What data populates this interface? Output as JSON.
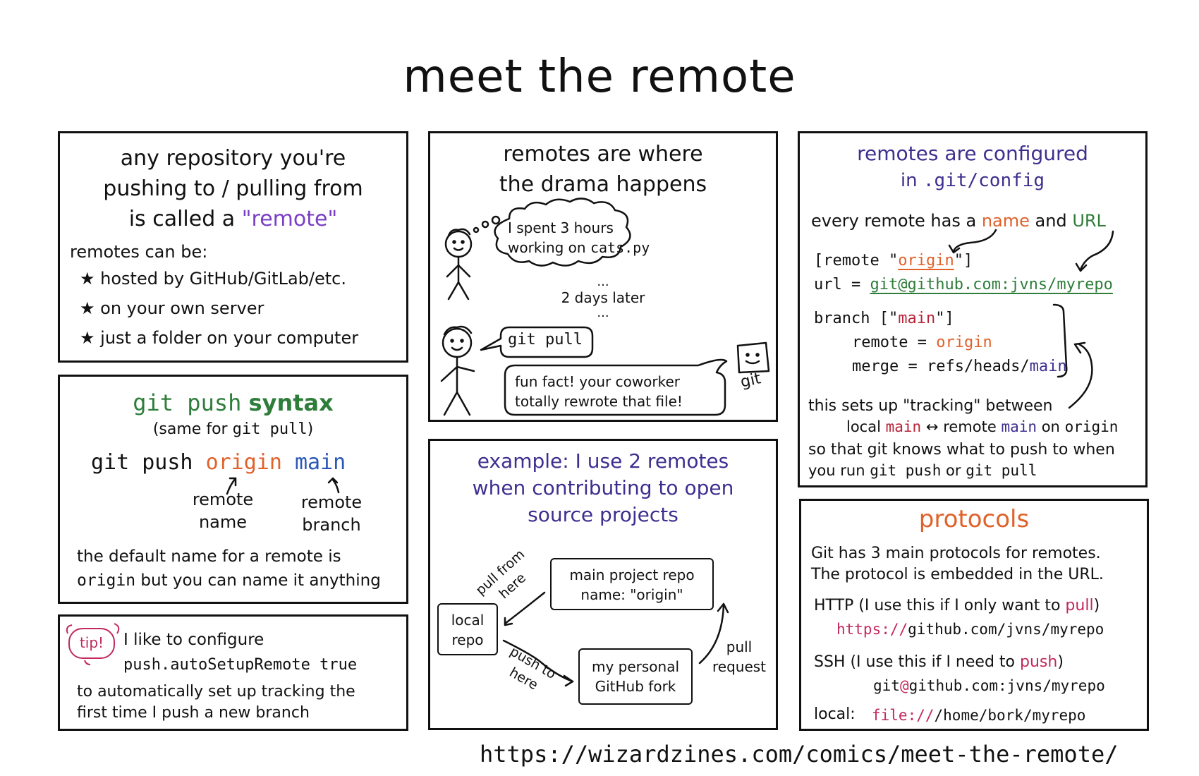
{
  "title": "meet the remote",
  "footer_url": "https://wizardzines.com/comics/meet-the-remote/",
  "panel_remote": {
    "heading_line1": "any repository you're",
    "heading_line2": "pushing to / pulling from",
    "heading_line3_prefix": "is called a",
    "heading_highlight": "\"remote\"",
    "intro": "remotes can be:",
    "bullets": [
      "hosted by GitHub/GitLab/etc.",
      "on your own server",
      "just a folder on your computer"
    ]
  },
  "panel_drama": {
    "heading_line1": "remotes are where",
    "heading_line2": "the drama happens",
    "thought_line1": "I spent 3 hours",
    "thought_line2_prefix": "working on",
    "thought_file": "cats.py",
    "ellipsis_top": "...",
    "later": "2 days later",
    "ellipsis_bottom": "...",
    "command": "git pull",
    "reply_line1": "fun fact! your coworker",
    "reply_line2": "totally rewrote that file!",
    "git_label": "git"
  },
  "panel_config": {
    "heading_line1": "remotes are configured",
    "heading_line2_prefix": "in",
    "heading_path": ".git/config",
    "every_prefix": "every remote has a",
    "every_name": "name",
    "every_and": "and",
    "every_url": "URL",
    "remote_open": "[remote \"",
    "remote_name": "origin",
    "remote_close": "\"]",
    "url_prefix": "url = ",
    "url_value": "git@github.com:jvns/myrepo",
    "branch_open": "branch [\"",
    "branch_name": "main",
    "branch_close": "\"]",
    "remote_key": "remote = ",
    "remote_val": "origin",
    "merge_key": "merge = refs/heads/",
    "merge_val": "main",
    "tracking_line1": "this sets up \"tracking\" between",
    "tracking_local": "local",
    "tracking_main1": "main",
    "tracking_arrow": "↔",
    "tracking_remote": "remote",
    "tracking_main2": "main",
    "tracking_on": "on",
    "tracking_origin": "origin",
    "so_line": "so that git knows what to push to when",
    "run_prefix": "you run",
    "run_push": "git push",
    "run_or": "or",
    "run_pull": "git pull"
  },
  "panel_syntax": {
    "heading_cmd": "git push",
    "heading_word": "syntax",
    "same_prefix": "(same for",
    "same_cmd": "git pull",
    "same_suffix": ")",
    "cmd_base": "git push",
    "cmd_origin": "origin",
    "cmd_main": "main",
    "label_remote_name_1": "remote",
    "label_remote_name_2": "name",
    "label_remote_branch_1": "remote",
    "label_remote_branch_2": "branch",
    "default_line1": "the default name for a remote is",
    "default_origin": "origin",
    "default_line2": "but you can name it anything"
  },
  "panel_example": {
    "heading_line1": "example: I use 2 remotes",
    "heading_line2": "when contributing to open",
    "heading_line3": "source projects",
    "main_repo_line1": "main project repo",
    "main_repo_line2": "name: \"origin\"",
    "local_line1": "local",
    "local_line2": "repo",
    "fork_line1": "my personal",
    "fork_line2": "GitHub fork",
    "pull_from_1": "pull from",
    "pull_from_2": "here",
    "push_to_1": "push to",
    "push_to_2": "here",
    "pull_request_1": "pull",
    "pull_request_2": "request"
  },
  "panel_tip": {
    "badge": "tip!",
    "line1": "I like to configure",
    "config": "push.autoSetupRemote true",
    "line3": "to automatically set up tracking the",
    "line4": "first time I push a new branch"
  },
  "panel_protocols": {
    "heading": "protocols",
    "intro1": "Git has 3 main protocols for remotes.",
    "intro2": "The protocol is embedded in the URL.",
    "http_prefix": "HTTP (I use this if I only want to",
    "http_word": "pull",
    "http_suffix": ")",
    "http_scheme": "https://",
    "http_rest": "github.com/jvns/myrepo",
    "ssh_prefix": "SSH (I use this if I need to",
    "ssh_word": "push",
    "ssh_suffix": ")",
    "ssh_user": "git",
    "ssh_at": "@",
    "ssh_rest": "github.com:jvns/myrepo",
    "local_label": "local:",
    "local_scheme": "file://",
    "local_rest": "/home/bork/myrepo"
  },
  "colors": {
    "purple": "#7a3fc4",
    "indigo": "#3d2f8f",
    "green": "#2e7d3a",
    "orange": "#e0612a",
    "blue": "#2b58b8",
    "red": "#b8243a",
    "pink": "#c2295b"
  }
}
